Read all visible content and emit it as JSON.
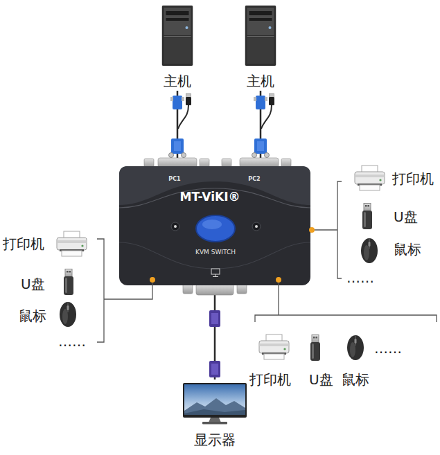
{
  "diagram": {
    "nodes": [
      {
        "text": [
          "主机"
        ]
      },
      {
        "text": [
          "主机"
        ]
      },
      {
        "text": [
          "PC1",
          "PC2",
          "MT-ViKI®",
          "KVM SWITCH"
        ]
      },
      {
        "text": [
          "显示器"
        ]
      }
    ],
    "edges": [
      {
        "from": 0,
        "to": 2,
        "arrow": "none"
      },
      {
        "from": 1,
        "to": 2,
        "arrow": "none"
      },
      {
        "from": 2,
        "to": 3,
        "arrow": "none"
      }
    ],
    "labels": [
      "打印机",
      "U盘",
      "鼠标",
      "……",
      "打印机",
      "U盘",
      "鼠标",
      "……",
      "打印机",
      "U盘",
      "鼠标",
      "……"
    ]
  }
}
